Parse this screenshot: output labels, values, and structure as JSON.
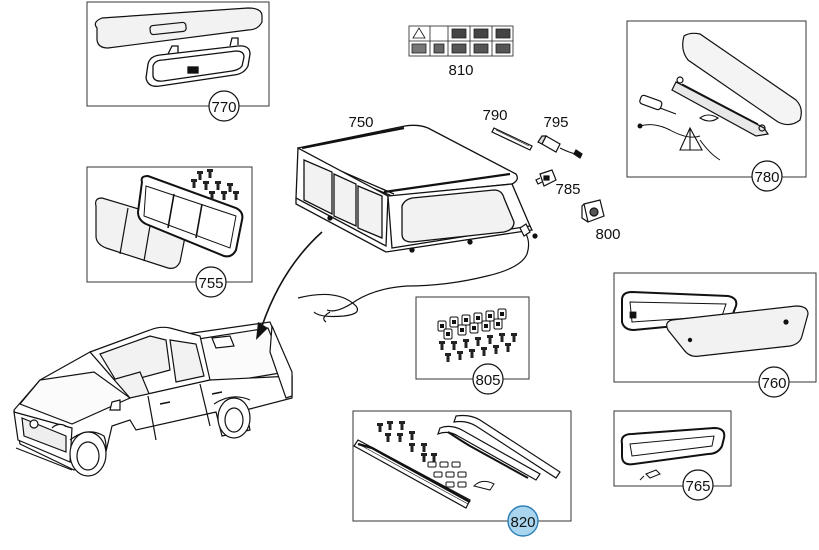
{
  "labels": {
    "p750": "750",
    "p755": "755",
    "p760": "760",
    "p765": "765",
    "p770": "770",
    "p780": "780",
    "p785": "785",
    "p790": "790",
    "p795": "795",
    "p800": "800",
    "p805": "805",
    "p810": "810",
    "p820": "820"
  },
  "colors": {
    "line": "#1a1a1a",
    "glass": "#f2f2f2",
    "highlight_fill": "#a9d6ee",
    "highlight_stroke": "#2f7fb5"
  }
}
